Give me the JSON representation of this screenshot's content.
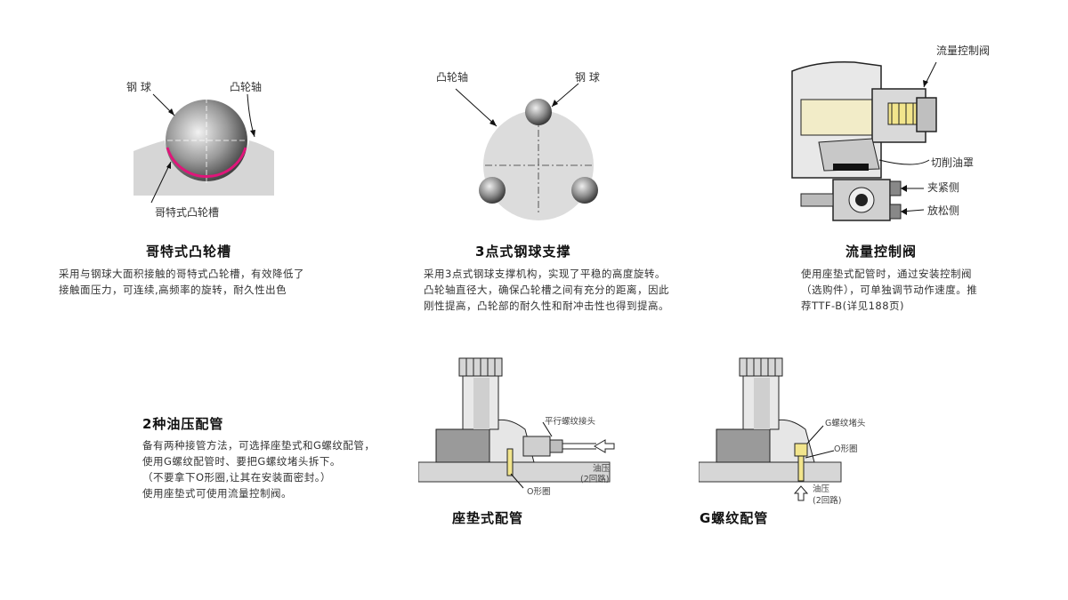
{
  "panels": {
    "gothic": {
      "title": "哥特式凸轮槽",
      "labels": {
        "ball": "钢 球",
        "cam_shaft": "凸轮轴",
        "groove": "哥特式凸轮槽"
      },
      "desc": [
        "采用与钢球大面积接触的哥特式凸轮槽，有效降低了",
        "接触面压力，可连续,高频率的旋转，耐久性出色"
      ]
    },
    "three_point": {
      "title": "3点式钢球支撑",
      "labels": {
        "cam_shaft": "凸轮轴",
        "ball": "钢 球"
      },
      "desc": [
        "采用3点式钢球支撑机构，实现了平稳的高度旋转。",
        "凸轮轴直径大，确保凸轮槽之间有充分的距离，因此",
        "刚性提高，凸轮部的耐久性和耐冲击性也得到提高。"
      ]
    },
    "flow_valve": {
      "title": "流量控制阀",
      "labels": {
        "valve": "流量控制阀",
        "oil_cover": "切削油罩",
        "clamp": "夹紧侧",
        "release": "放松侧"
      },
      "desc": [
        "使用座垫式配管时，通过安装控制阀",
        "（选购件），可单独调节动作速度。推",
        "荐TTF-B(详见188页)"
      ]
    },
    "piping": {
      "title": "2种油压配管",
      "desc": [
        "备有两种接管方法，可选择座垫式和G螺纹配管，",
        "使用G螺纹配管时、要把G螺纹堵头拆下。",
        "（不要拿下O形圈,让其在安装面密封。）",
        "使用座垫式可使用流量控制阀。"
      ]
    },
    "seat_type": {
      "title": "座垫式配管",
      "labels": {
        "joint": "平行螺纹接头",
        "oil": "油压",
        "circuits": "(2回路)",
        "oring": "O形圈"
      }
    },
    "g_thread": {
      "title": "G螺纹配管",
      "labels": {
        "plug": "G螺纹堵头",
        "oring": "O形圈",
        "oil": "油压",
        "circuits": "(2回路)"
      }
    }
  },
  "colors": {
    "accent": "#e0157a",
    "metal_dark": "#555555",
    "metal_light": "#e8e8e8",
    "body_gray": "#dcdcdc",
    "pipe_yellow": "#f2e58c"
  }
}
